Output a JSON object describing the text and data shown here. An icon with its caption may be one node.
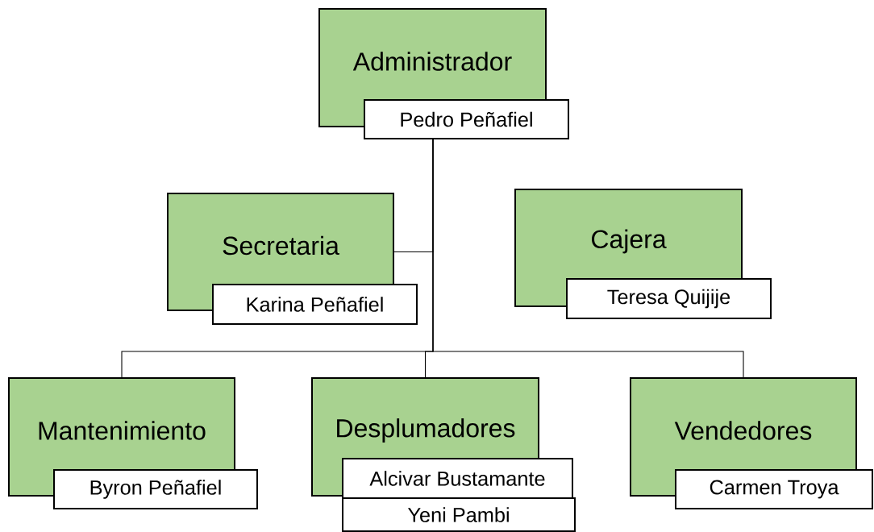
{
  "diagram": {
    "nodes": [
      {
        "text": [
          "Administrador"
        ]
      },
      {
        "text": [
          "Pedro Peñafiel"
        ]
      },
      {
        "text": [
          "Secretaria"
        ]
      },
      {
        "text": [
          "Karina Peñafiel"
        ]
      },
      {
        "text": [
          "Cajera"
        ]
      },
      {
        "text": [
          "Teresa Quijije"
        ]
      },
      {
        "text": [
          "Mantenimiento"
        ]
      },
      {
        "text": [
          "Byron Peñafiel"
        ]
      },
      {
        "text": [
          "Desplumadores"
        ]
      },
      {
        "text": [
          "Alcivar Bustamante"
        ]
      },
      {
        "text": [
          "Yeni Pambi"
        ]
      },
      {
        "text": [
          "Vendedores"
        ]
      },
      {
        "text": [
          "Carmen Troya"
        ]
      }
    ],
    "edges": [
      {
        "from": 1,
        "to": 2,
        "arrow": "none"
      },
      {
        "from": 1,
        "to": 6,
        "arrow": "none"
      },
      {
        "from": 1,
        "to": 8,
        "arrow": "none"
      },
      {
        "from": 1,
        "to": 11,
        "arrow": "none"
      }
    ]
  }
}
